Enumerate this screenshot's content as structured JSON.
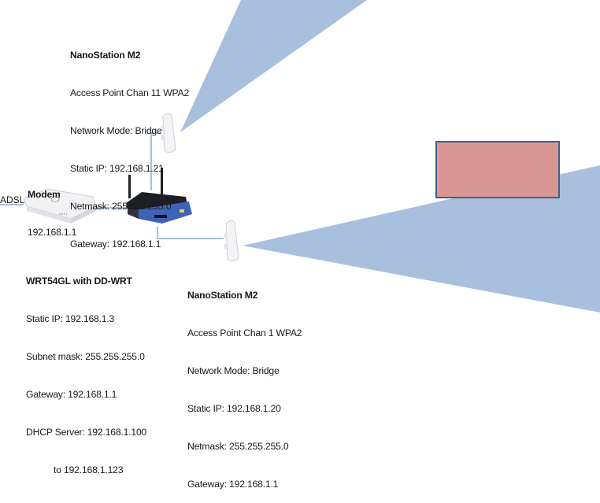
{
  "colors": {
    "beam": "#a8c0dd",
    "link_line": "#4f81bd",
    "target_fill": "#da9694",
    "target_border": "#3e5f8a"
  },
  "ap_top": {
    "title": "NanoStation M2",
    "lines": [
      "Access Point Chan 11 WPA2",
      "Network Mode: Bridge",
      "Static IP: 192.168.1.21",
      "Netmask: 255.255.255.0",
      "Gateway: 192.168.1.1"
    ]
  },
  "modem": {
    "title": "Modem",
    "lines": [
      "192.168.1.1"
    ],
    "adsl_label": "ADSL"
  },
  "router": {
    "title": "WRT54GL with DD-WRT",
    "lines": [
      "Static IP: 192.168.1.3",
      "Subnet mask: 255.255.255.0",
      "Gateway: 192.168.1.1",
      "DHCP Server: 192.168.1.100",
      "           to 192.168.1.123"
    ]
  },
  "ap_bottom": {
    "title": "NanoStation M2",
    "lines": [
      "Access Point Chan 1 WPA2",
      "Network Mode: Bridge",
      "Static IP: 192.168.1.20",
      "Netmask: 255.255.255.0",
      "Gateway: 192.168.1.1"
    ]
  }
}
